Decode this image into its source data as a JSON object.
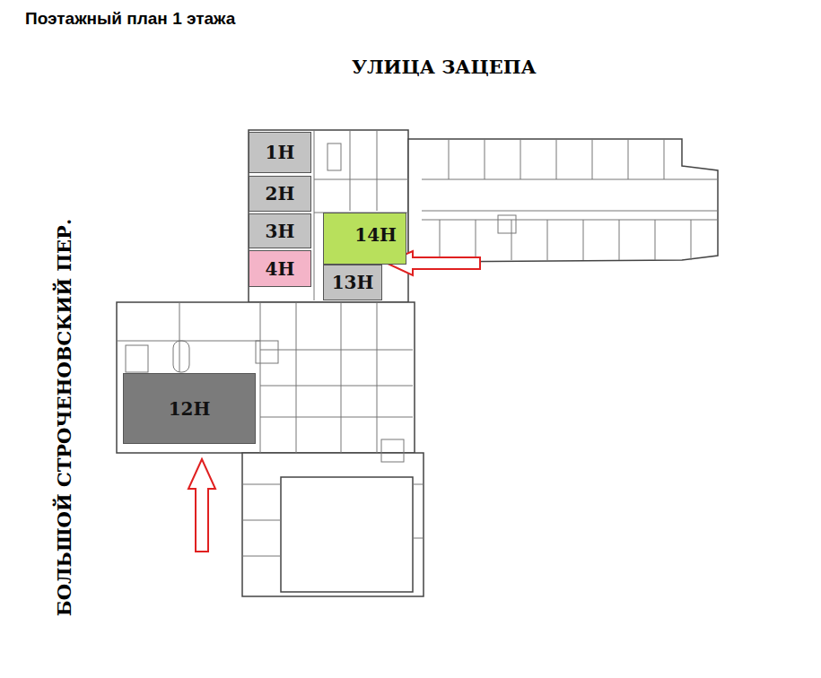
{
  "diagram": {
    "title": "Поэтажный план 1 этажа",
    "nodes": [
      {
        "text": [
          "1Н"
        ]
      },
      {
        "text": [
          "2Н"
        ]
      },
      {
        "text": [
          "3Н"
        ]
      },
      {
        "text": [
          "4Н"
        ]
      },
      {
        "text": [
          "14Н"
        ]
      },
      {
        "text": [
          "13Н"
        ]
      },
      {
        "text": [
          "12Н"
        ]
      }
    ],
    "labels": [
      "УЛИЦА ЗАЦЕПА",
      "БОЛЬШОЙ СТРОЧЕНОВСКИЙ ПЕР."
    ]
  }
}
